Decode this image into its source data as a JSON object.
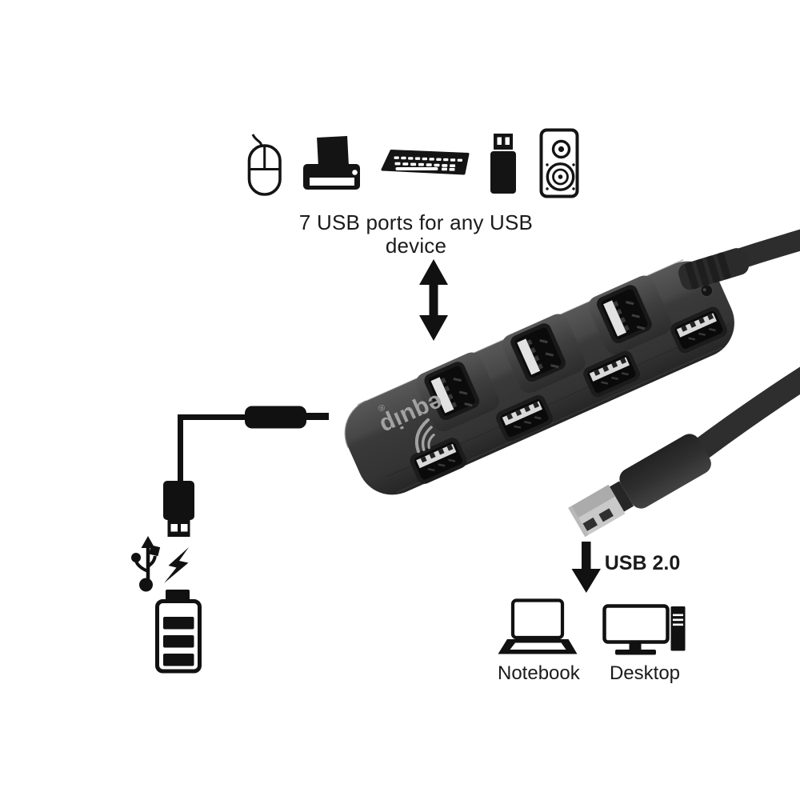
{
  "colors": {
    "background": "#ffffff",
    "ink": "#151515",
    "hub_body_dark": "#2a2a2a",
    "hub_body_light": "#565656",
    "brand_gray": "#a2a2a2",
    "metal_silver": "#c9c9c9",
    "port_tongue": "#dcdcdc"
  },
  "top_section": {
    "icons": [
      "mouse-icon",
      "printer-icon",
      "keyboard-icon",
      "usb-flash-drive-icon",
      "speaker-icon"
    ],
    "caption": "7 USB ports for any USB device"
  },
  "hub": {
    "brand": "equip",
    "registered_mark": "®",
    "top_ports": 3,
    "front_ports": 4
  },
  "power_section": {
    "icons": [
      "dc-power-plug-icon",
      "usb-connector-icon",
      "usb-trident-icon",
      "lightning-bolt-icon",
      "battery-icon"
    ]
  },
  "connection_section": {
    "standard_label": "USB 2.0",
    "targets": [
      {
        "icon": "notebook-icon",
        "label": "Notebook"
      },
      {
        "icon": "desktop-icon",
        "label": "Desktop"
      }
    ]
  }
}
